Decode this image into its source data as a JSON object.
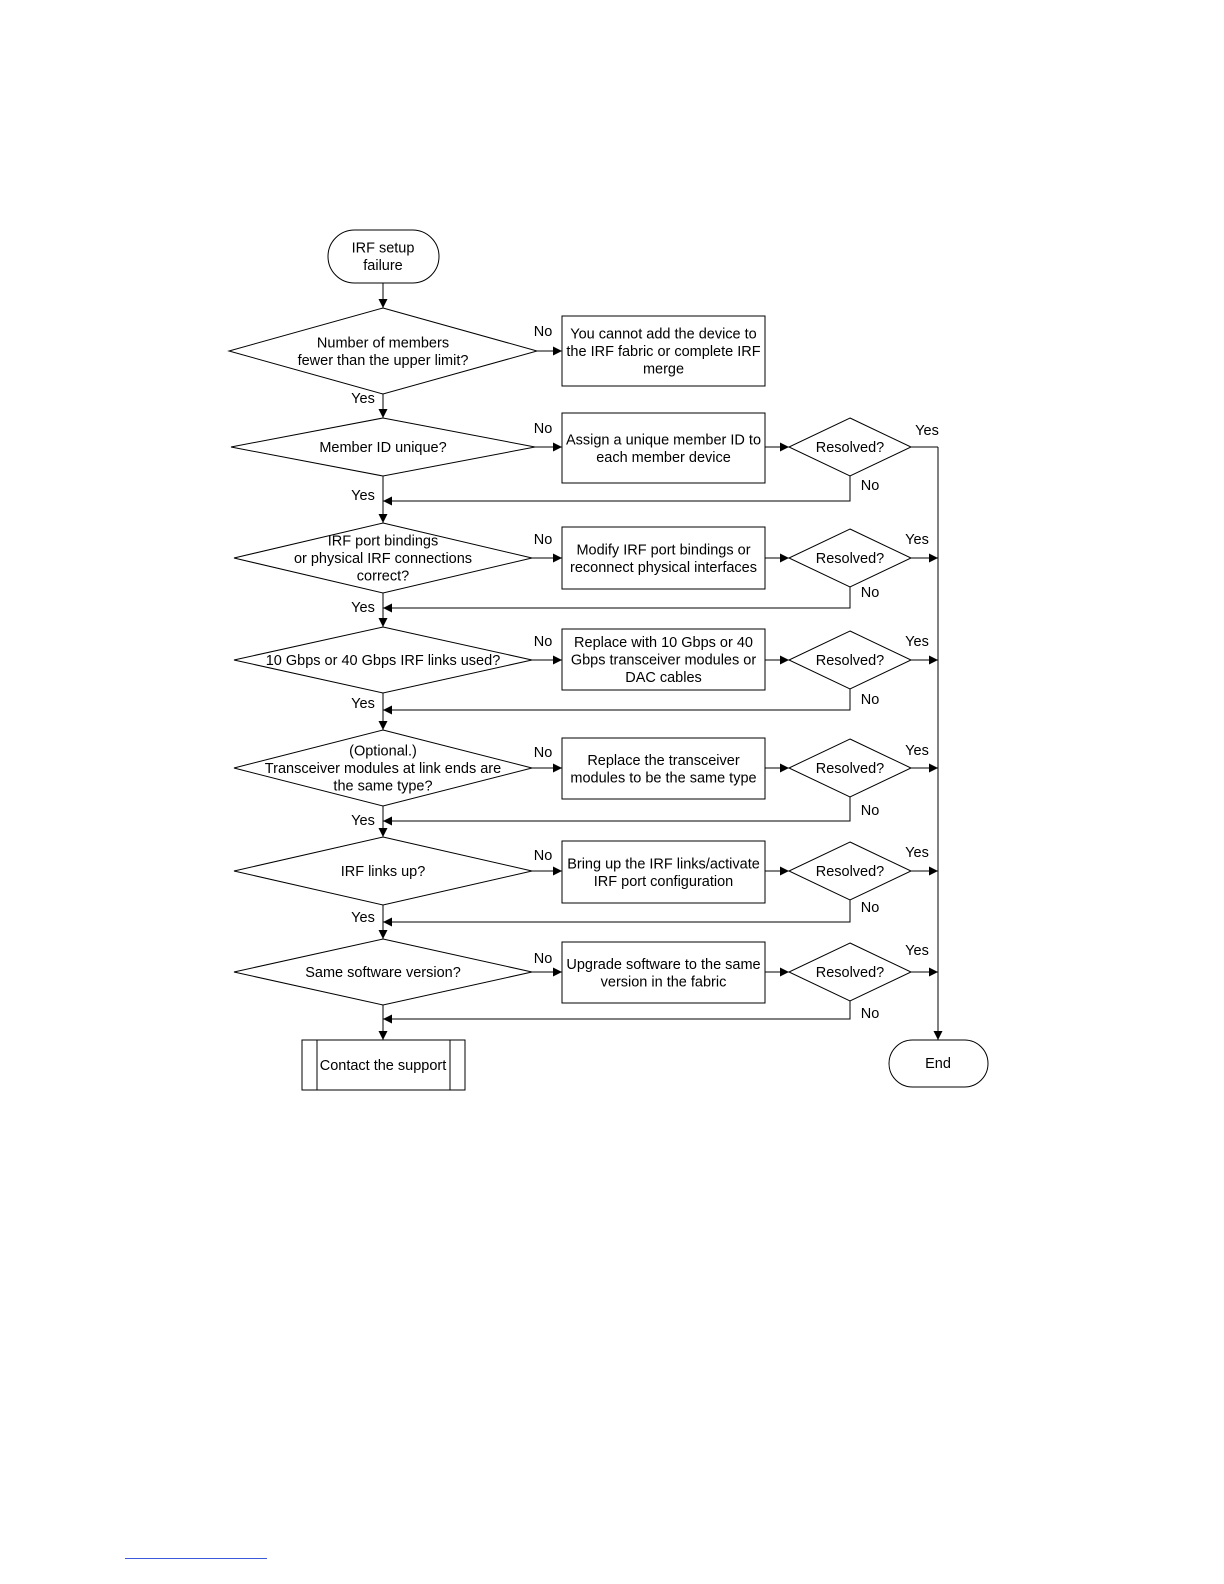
{
  "start": {
    "label": [
      "IRF setup",
      "failure"
    ]
  },
  "decisions": [
    {
      "id": "members",
      "label": [
        "Number of members",
        "fewer than the upper limit?"
      ]
    },
    {
      "id": "member-id",
      "label": [
        "Member ID unique?"
      ]
    },
    {
      "id": "port-bindings",
      "label": [
        "IRF port bindings",
        "or physical IRF connections",
        "correct?"
      ]
    },
    {
      "id": "link-speed",
      "label": [
        "10 Gbps or 40 Gbps IRF links used?"
      ]
    },
    {
      "id": "transceiver",
      "label": [
        "(Optional.)",
        "Transceiver modules at link ends are",
        "the same type?"
      ]
    },
    {
      "id": "links-up",
      "label": [
        "IRF links up?"
      ]
    },
    {
      "id": "software",
      "label": [
        "Same software version?"
      ]
    }
  ],
  "actions": [
    {
      "id": "cannot-add",
      "label": [
        "You cannot add the device to",
        "the IRF fabric or complete IRF",
        "merge"
      ]
    },
    {
      "id": "assign-id",
      "label": [
        "Assign a unique member ID to",
        "each member device"
      ]
    },
    {
      "id": "modify-bindings",
      "label": [
        "Modify IRF port bindings or",
        "reconnect physical interfaces"
      ]
    },
    {
      "id": "replace-speed",
      "label": [
        "Replace with 10 Gbps or 40",
        "Gbps transceiver modules or",
        "DAC cables"
      ]
    },
    {
      "id": "replace-transceiver",
      "label": [
        "Replace the transceiver",
        "modules to be the same type"
      ]
    },
    {
      "id": "bring-up",
      "label": [
        "Bring up the IRF links/activate",
        "IRF port configuration"
      ]
    },
    {
      "id": "upgrade",
      "label": [
        "Upgrade software to the same",
        "version in the fabric"
      ]
    }
  ],
  "resolved_label": "Resolved?",
  "yes_label": "Yes",
  "no_label": "No",
  "support": {
    "label": "Contact the support"
  },
  "end": {
    "label": "End"
  }
}
